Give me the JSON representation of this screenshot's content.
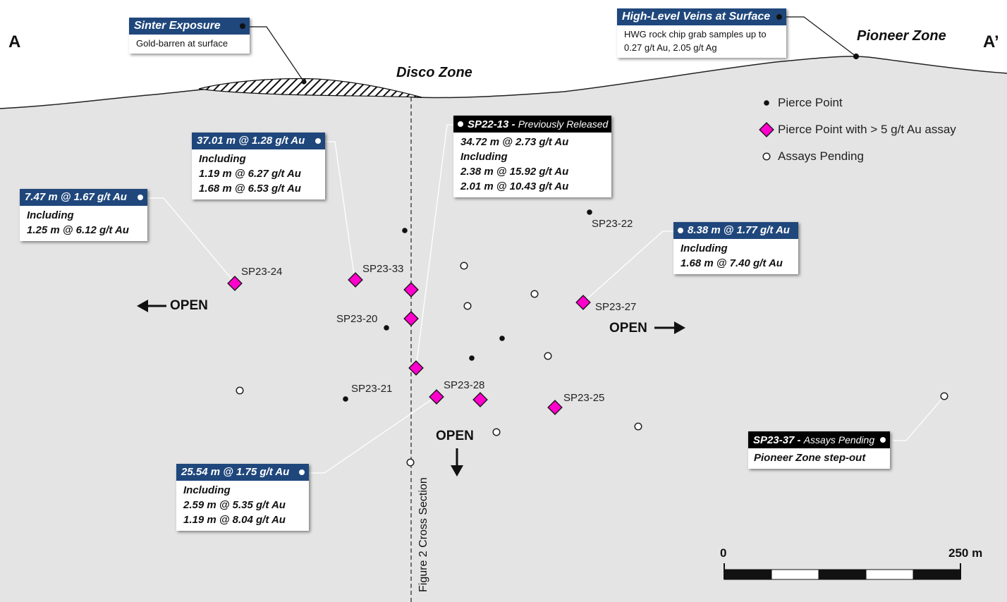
{
  "section": {
    "start": "A",
    "end": "A’"
  },
  "zones": {
    "disco": "Disco Zone",
    "pioneer": "Pioneer Zone"
  },
  "callouts": {
    "sinter": {
      "title": "Sinter Exposure",
      "lines": [
        "Gold-barren at surface"
      ]
    },
    "veins": {
      "title": "High-Level Veins at Surface",
      "lines": [
        "HWG rock chip grab samples up to",
        "0.27 g/t Au, 2.05 g/t Ag"
      ]
    },
    "sp2213": {
      "title": "SP22-13 -",
      "title_suffix": "Previously Released",
      "lines": [
        "34.72 m @ 2.73 g/t Au",
        "Including",
        "2.38 m @ 15.92 g/t Au",
        "2.01 m @ 10.43 g/t Au"
      ]
    },
    "c3701": {
      "title": "37.01 m @ 1.28 g/t Au",
      "lines": [
        "Including",
        "1.19 m @ 6.27 g/t Au",
        "1.68 m @ 6.53 g/t Au"
      ]
    },
    "c747": {
      "title": "7.47 m @ 1.67 g/t Au",
      "lines": [
        "Including",
        "1.25 m @ 6.12 g/t Au"
      ]
    },
    "c838": {
      "title": "8.38 m @ 1.77 g/t Au",
      "lines": [
        "Including",
        "1.68 m @ 7.40 g/t Au"
      ]
    },
    "c2554": {
      "title": "25.54 m @ 1.75 g/t Au",
      "lines": [
        "Including",
        "2.59 m @ 5.35 g/t Au",
        "1.19 m @ 8.04 g/t Au"
      ]
    },
    "sp2337": {
      "title": "SP23-37 -",
      "title_suffix": "Assays Pending",
      "lines": [
        "Pioneer Zone step-out"
      ]
    }
  },
  "hole_labels": {
    "sp2322": "SP23-22",
    "sp2324": "SP23-24",
    "sp2333": "SP23-33",
    "sp2327": "SP23-27",
    "sp2320": "SP23-20",
    "sp2321": "SP23-21",
    "sp2328": "SP23-28",
    "sp2325": "SP23-25"
  },
  "open_labels": {
    "left": "OPEN",
    "right": "OPEN",
    "down": "OPEN"
  },
  "cross_section_label": "Figure 2 Cross Section",
  "legend": {
    "pierce_point": "Pierce Point",
    "high_grade": "Pierce Point with > 5 g/t Au assay",
    "pending": "Assays Pending"
  },
  "scale_bar": {
    "start": "0",
    "end": "250 m"
  },
  "colors": {
    "background": "#e4e4e4",
    "callout_header": "#1f477c",
    "callout_header_black": "#000000",
    "high_grade_marker": "#ff00cc"
  }
}
